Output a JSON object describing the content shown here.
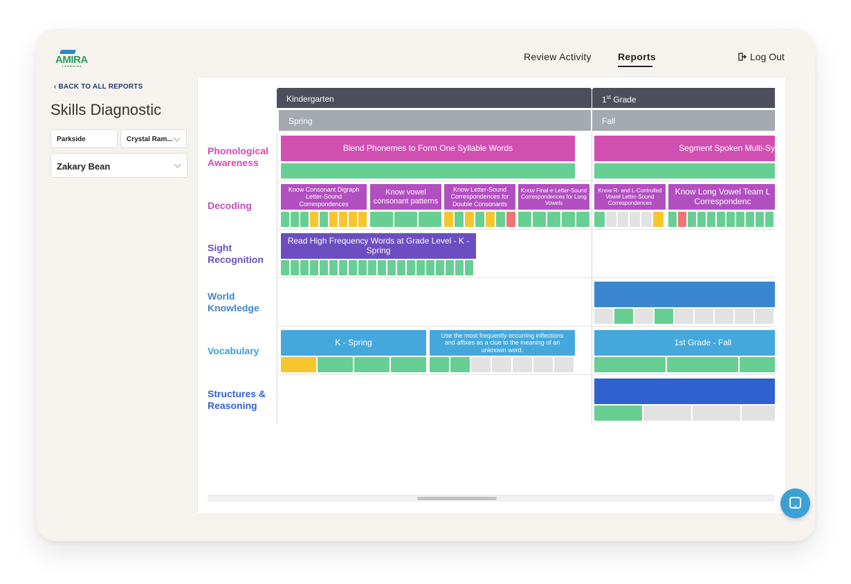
{
  "app": {
    "logo_text": "AMIRA",
    "logo_subtext": "LEARNING"
  },
  "nav": {
    "review_activity": "Review Activity",
    "reports": "Reports",
    "logout": "Log Out"
  },
  "sidebar": {
    "back_link": "BACK TO ALL REPORTS",
    "title": "Skills Diagnostic",
    "school": "Parkside",
    "teacher": "Crystal Ram...",
    "student": "Zakary Bean"
  },
  "grades": [
    {
      "label": "Kindergarten",
      "season": "Spring"
    },
    {
      "label": "1",
      "label_sup": "st",
      "label_rest": " Grade",
      "season": "Fall"
    }
  ],
  "rows": [
    {
      "label_line1": "Phonological",
      "label_line2": "Awareness",
      "color": "#d04bb3"
    },
    {
      "label_line1": "Decoding",
      "label_line2": "",
      "color": "#c44bb9"
    },
    {
      "label_line1": "Sight",
      "label_line2": "Recognition",
      "color": "#6a4fc0"
    },
    {
      "label_line1": "World",
      "label_line2": "Knowledge",
      "color": "#3a86cf"
    },
    {
      "label_line1": "Vocabulary",
      "label_line2": "",
      "color": "#3aa0d6"
    },
    {
      "label_line1": "Structures &",
      "label_line2": "Reasoning",
      "color": "#2f62cf"
    }
  ],
  "skills": {
    "blend_phonemes": "Blend Phonemes to Form One Syllable Words",
    "segment_spoken": "Segment Spoken Multi-Sy",
    "consonant_digraph": "Know Consonant Digraph Letter-Sound Correspondences",
    "vowel_consonant": "Know vowel consonant patterns",
    "double_consonants": "Know Letter-Sound Correspondences for Double Consonants",
    "final_e": "Know Final-e Letter-Sound Correspondences for Long Vowels",
    "r_l_controlled": "Know R- and L-Controlled Vowel Letter-Sound Correspondences",
    "long_vowel_team": "Know Long Vowel Team L Correspondenc",
    "high_frequency": "Read High Frequency Words at Grade Level - K - Spring",
    "vocab_k_spring": "K - Spring",
    "inflections": "Use the most frequently occurring inflections and affixes as a clue to the meaning of an unknown word.",
    "vocab_1st_fall": "1st Grade - Fall"
  },
  "colors": {
    "green": "#67cf94",
    "yellow": "#f6c62e",
    "red": "#ef7474",
    "gray": "#e2e2e2",
    "pink": "#d24fb2",
    "magenta_purple": "#b24fc0",
    "purple": "#6c4ec0",
    "blue": "#3a86cf",
    "light_blue": "#44a8dc",
    "royal_blue": "#3062cf"
  }
}
